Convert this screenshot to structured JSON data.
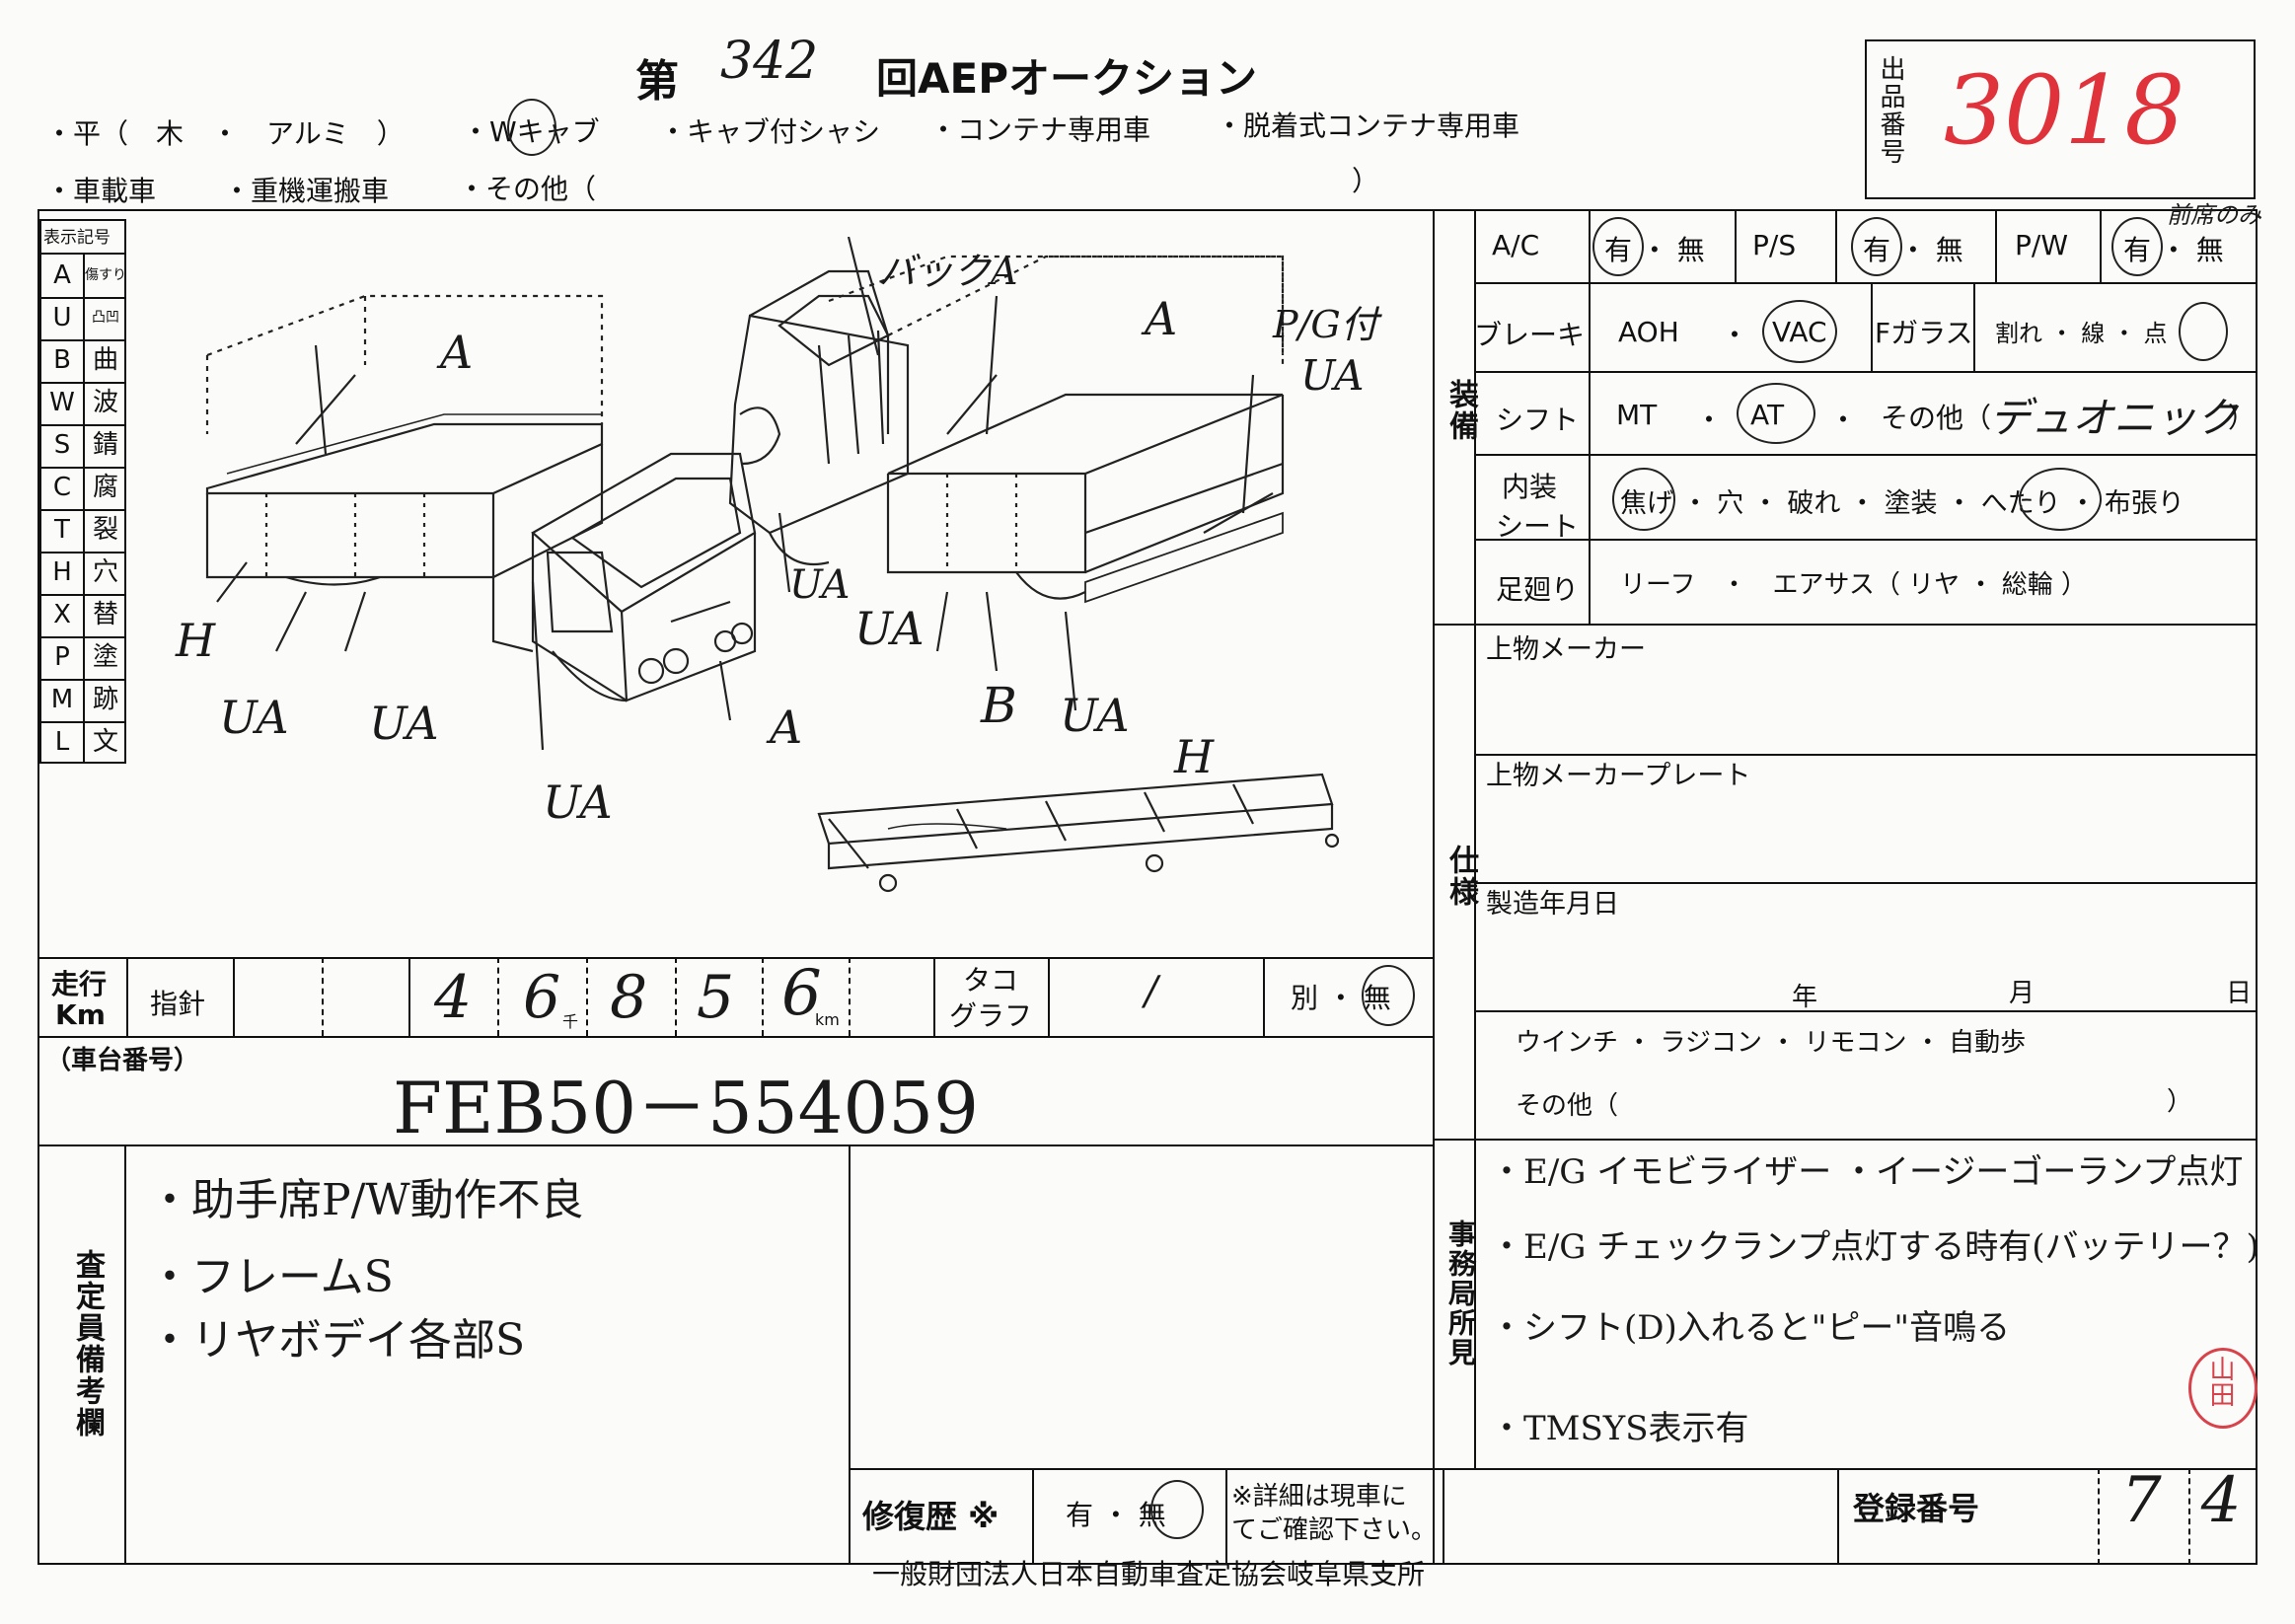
{
  "header": {
    "title_prefix": "第",
    "auction_no": "342",
    "title_suffix": "回AEPオークション",
    "types_row1": [
      "・平（　木　・　アルミ　）",
      "・Wキャブ",
      "・キャブ付シャシ",
      "・コンテナ専用車",
      "・脱着式コンテナ専用車"
    ],
    "types_row2": [
      "・車載車",
      "・重機運搬車",
      "・その他（"
    ],
    "close_paren": "）"
  },
  "lot": {
    "label": "出品番号",
    "number": "3018"
  },
  "legend": {
    "title": "表示記号",
    "items": [
      {
        "code": "A",
        "meaning": "傷すり"
      },
      {
        "code": "U",
        "meaning": "凸凹"
      },
      {
        "code": "B",
        "meaning": "曲"
      },
      {
        "code": "W",
        "meaning": "波"
      },
      {
        "code": "S",
        "meaning": "錆"
      },
      {
        "code": "C",
        "meaning": "腐"
      },
      {
        "code": "T",
        "meaning": "裂"
      },
      {
        "code": "H",
        "meaning": "穴"
      },
      {
        "code": "X",
        "meaning": "替"
      },
      {
        "code": "P",
        "meaning": "塗"
      },
      {
        "code": "M",
        "meaning": "跡"
      },
      {
        "code": "L",
        "meaning": "文"
      }
    ]
  },
  "diagram_marks": {
    "left_top": "A",
    "left_h": "H",
    "left_ua1": "UA",
    "left_ua2": "UA",
    "left_ua3": "UA",
    "left_front_ua": "UA",
    "left_front_a": "A",
    "right_back": "バックA",
    "right_top": "A",
    "right_pg": "P/G付",
    "right_pg_ua": "UA",
    "right_ua1": "UA",
    "right_b": "B",
    "right_ua2": "UA",
    "right_h": "H"
  },
  "equipment": {
    "section_label": "装備",
    "ac": {
      "label": "A/C",
      "options": "有 ・ 無"
    },
    "ps": {
      "label": "P/S",
      "options": "有 ・ 無"
    },
    "pw": {
      "label": "P/W",
      "options": "有 ・ 無",
      "note": "前席のみ"
    },
    "brake": {
      "label": "ブレーキ",
      "aoh": "AOH",
      "sep": "・",
      "vac": "VAC"
    },
    "fglass": {
      "label": "Fガラス",
      "options": "割れ ・ 線 ・ 点"
    },
    "shift": {
      "label": "シフト",
      "mt": "MT",
      "sep1": "・",
      "at": "AT",
      "sep2": "・",
      "other": "その他（",
      "other_value": "デュオニック",
      "close": "）"
    },
    "seat": {
      "label1": "内装",
      "label2": "シート",
      "options": "焦げ ・ 穴 ・ 破れ ・ 塗装 ・ へたり ・ 布張り"
    },
    "suspension": {
      "label": "足廻り",
      "options": "リーフ　・　エアサス（ リヤ ・ 総輪 ）"
    }
  },
  "spec": {
    "section_label": "仕様",
    "maker_label": "上物メーカー",
    "plate_label": "上物メーカープレート",
    "date_label": "製造年月日",
    "year": "年",
    "month": "月",
    "day": "日",
    "options": "ウインチ ・ ラジコン ・ リモコン ・ 自動歩",
    "other": "その他（",
    "other_close": "）"
  },
  "mileage": {
    "label1": "走行",
    "label2": "Km",
    "reading_label": "指針",
    "digits": [
      "4",
      "6",
      "8",
      "5",
      "6"
    ],
    "thousand": "千",
    "km": "km",
    "taco_label1": "タコ",
    "taco_label2": "グラフ",
    "taco_value": "/",
    "separate": "別 ・ 無"
  },
  "chassis": {
    "label": "（車台番号）",
    "number": "FEB50－554059"
  },
  "inspector": {
    "label": "査定員備考欄",
    "notes": [
      "・助手席P/W動作不良",
      "・フレームS",
      "・リヤボデイ各部S"
    ]
  },
  "office": {
    "label": "事務局所見",
    "notes": [
      "・E/G イモビライザー ・イージーゴーランプ点灯",
      "・E/G チェックランプ点灯する時有(バッテリー？)",
      "・シフト(D)入れると\"ピー\"音鳴る",
      "・TMSYS表示有"
    ]
  },
  "repair": {
    "label": "修復歴 ※",
    "options": "有 ・ 無",
    "note1": "※詳細は現車に",
    "note2": "てご確認下さい。"
  },
  "registration": {
    "label": "登録番号",
    "number": "74"
  },
  "stamp": "山田",
  "footer": "一般財団法人日本自動車査定協会岐阜県支所"
}
